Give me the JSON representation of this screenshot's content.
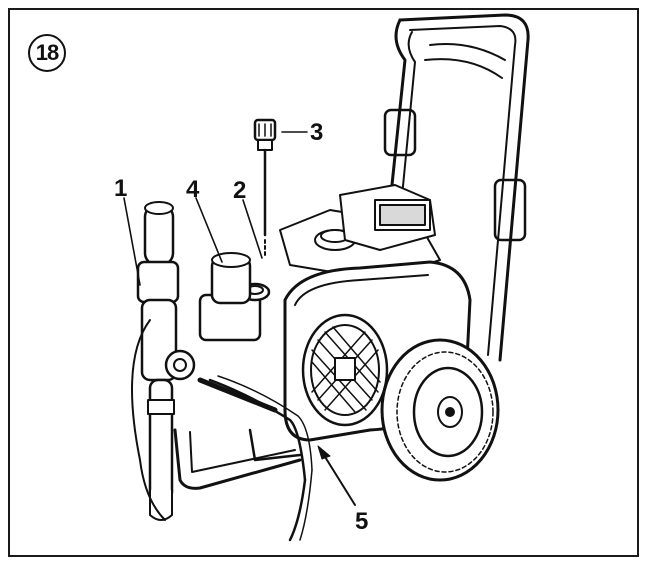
{
  "figure": {
    "number": "18",
    "callouts": [
      {
        "id": "1",
        "label": "1"
      },
      {
        "id": "2",
        "label": "2"
      },
      {
        "id": "3",
        "label": "3"
      },
      {
        "id": "4",
        "label": "4"
      },
      {
        "id": "5",
        "label": "5"
      }
    ]
  },
  "colors": {
    "ink": "#111111",
    "paper": "#ffffff",
    "shade": "#d9d9d9"
  }
}
